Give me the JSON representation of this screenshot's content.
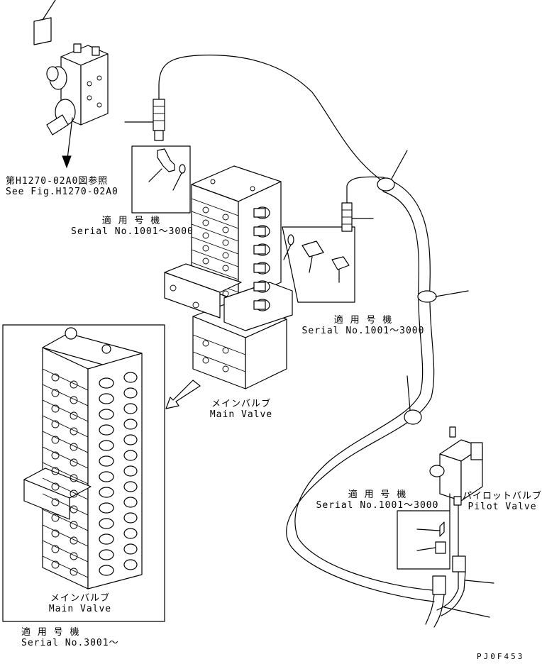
{
  "labels": {
    "see_fig_jp": "第H1270-02A0図参照",
    "see_fig_en": "See Fig.H1270-02A0",
    "serial_a_jp": "適 用 号 機",
    "serial_a_en": "Serial No.1001～3000",
    "serial_b_jp": "適 用 号 機",
    "serial_b_en": "Serial No.1001～3000",
    "main_valve_top_jp": "メインバルブ",
    "main_valve_top_en": "Main Valve",
    "serial_c_jp": "適 用 号 機",
    "serial_c_en": "Serial No.1001～3000",
    "pilot_valve_jp": "パイロットバルブ",
    "pilot_valve_en": "Pilot Valve",
    "main_valve_inset_jp": "メインバルブ",
    "main_valve_inset_en": "Main Valve",
    "serial_d_jp": "適 用 号 機",
    "serial_d_en": "Serial No.3001～",
    "drawing_no": "PJ0F453"
  }
}
